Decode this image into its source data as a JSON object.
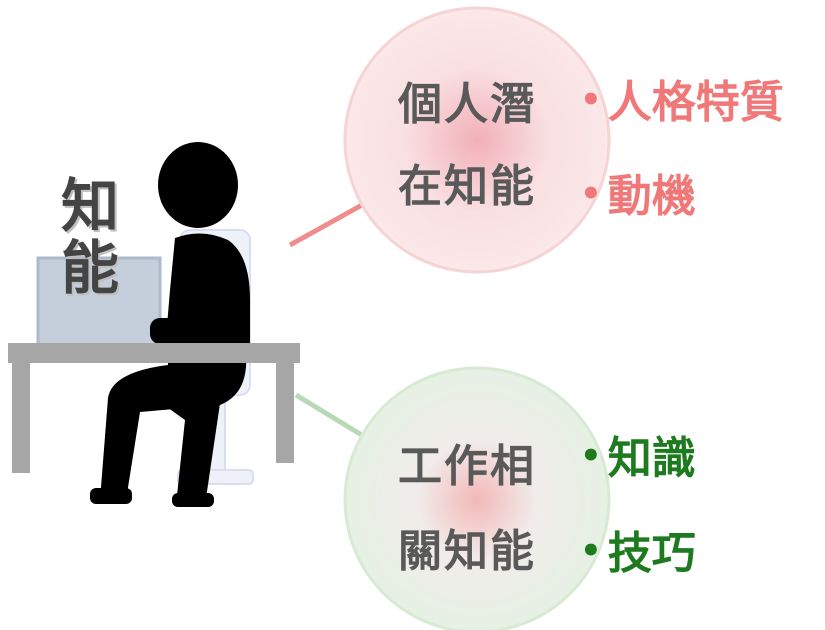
{
  "left_label": "知能",
  "top_circle": {
    "line1": "個人潛",
    "line2": "在知能",
    "bullets": [
      "人格特質",
      "動機"
    ]
  },
  "bottom_circle": {
    "line1": "工作相",
    "line2": "關知能",
    "bullets": [
      "知識",
      "技巧"
    ]
  },
  "colors": {
    "pink": "#f07878",
    "green": "#1e7a1e",
    "text_gray": "#595959"
  }
}
